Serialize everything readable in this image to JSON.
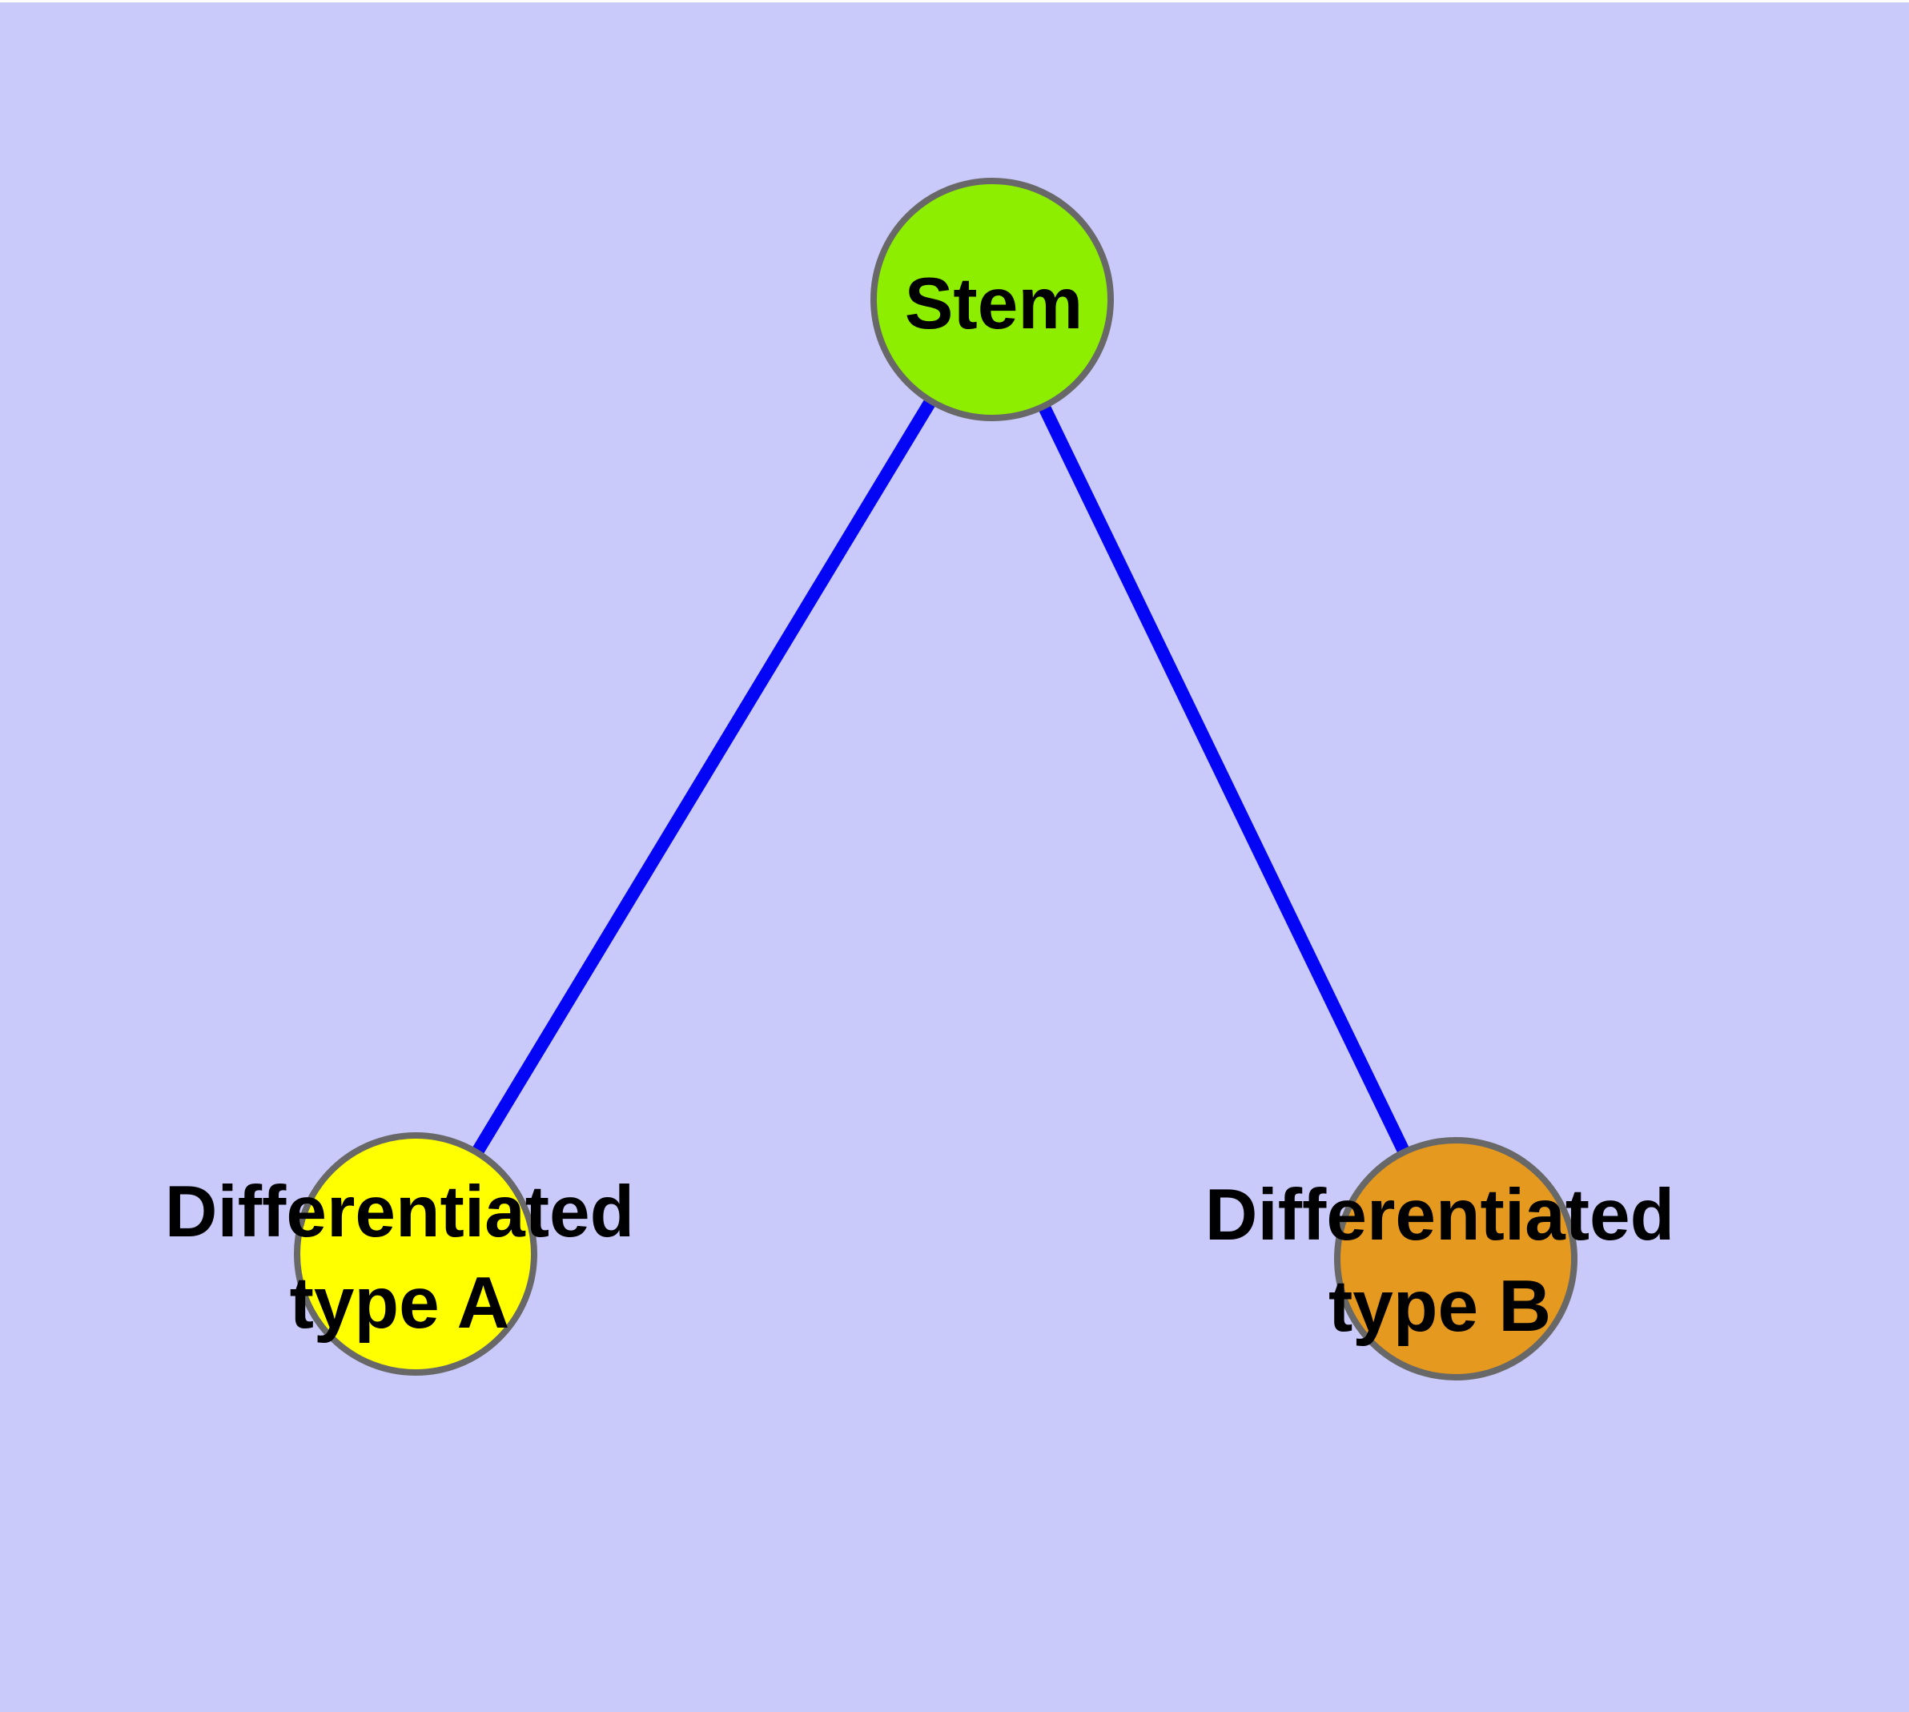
{
  "diagram": {
    "background_color": "#cacafa",
    "node_border_color": "#686868",
    "label_text_color": "#000000",
    "nodes": [
      {
        "id": "stem",
        "label": "Stem",
        "color": "#8dee00"
      },
      {
        "id": "type-a",
        "label": "Differentiated\ntype A",
        "color": "#ffff00"
      },
      {
        "id": "type-b",
        "label": "Differentiated\ntype B",
        "color": "#e5991e"
      }
    ],
    "edges": [
      {
        "from": "stem",
        "to": "type-a",
        "color": "#0505f5"
      },
      {
        "from": "stem",
        "to": "type-b",
        "color": "#0505f5"
      }
    ]
  }
}
